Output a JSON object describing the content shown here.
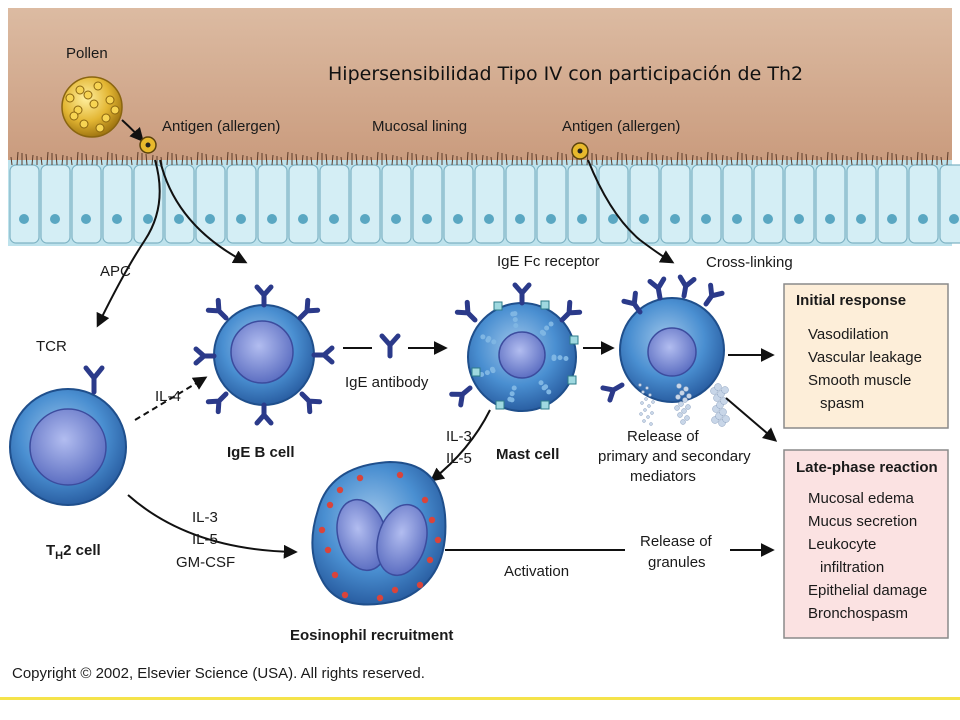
{
  "slide_title": "Hipersensibilidad Tipo IV con participación de Th2",
  "labels": {
    "pollen": "Pollen",
    "antigen_left": "Antigen (allergen)",
    "mucosal_lining": "Mucosal lining",
    "antigen_right": "Antigen (allergen)",
    "apc": "APC",
    "tcr": "TCR",
    "il4": "IL-4",
    "th2_cell_main": "T",
    "th2_cell_sub": "H",
    "th2_cell_rest": "2 cell",
    "ige_b_cell": "IgE B cell",
    "ige_antibody": "IgE antibody",
    "ige_fc_receptor": "IgE Fc receptor",
    "cross_linking": "Cross-linking",
    "mast_cell": "Mast cell",
    "il3_mast": "IL-3",
    "il5_mast": "IL-5",
    "release_line1": "Release of",
    "release_line2": "primary and secondary",
    "release_line3": "mediators",
    "il3_th2": "IL-3",
    "il5_th2": "IL-5",
    "gmcsf_th2": "GM-CSF",
    "eosinophil_recruitment": "Eosinophil recruitment",
    "activation": "Activation",
    "granules_line1": "Release of",
    "granules_line2": "granules"
  },
  "initial_response": {
    "title": "Initial response",
    "items": [
      "Vasodilation",
      "Vascular leakage",
      "Smooth muscle",
      "spasm"
    ]
  },
  "late_phase": {
    "title": "Late-phase reaction",
    "items": [
      "Mucosal edema",
      "Mucus secretion",
      "Leukocyte",
      "infiltration",
      "Epithelial damage",
      "Bronchospasm"
    ]
  },
  "copyright": "Copyright © 2002, Elsevier Science (USA). All rights reserved.",
  "colors": {
    "mucus_top": "#d8b49a",
    "mucus_bottom": "#c99a7c",
    "epithelium": "#c6e6ef",
    "cell_blue": "#3b7fc4",
    "nucleus": "#7a8fd0",
    "initial_box": "#fdeedb",
    "late_box": "#fbe3e3",
    "footer_line": "#f5e34a"
  }
}
